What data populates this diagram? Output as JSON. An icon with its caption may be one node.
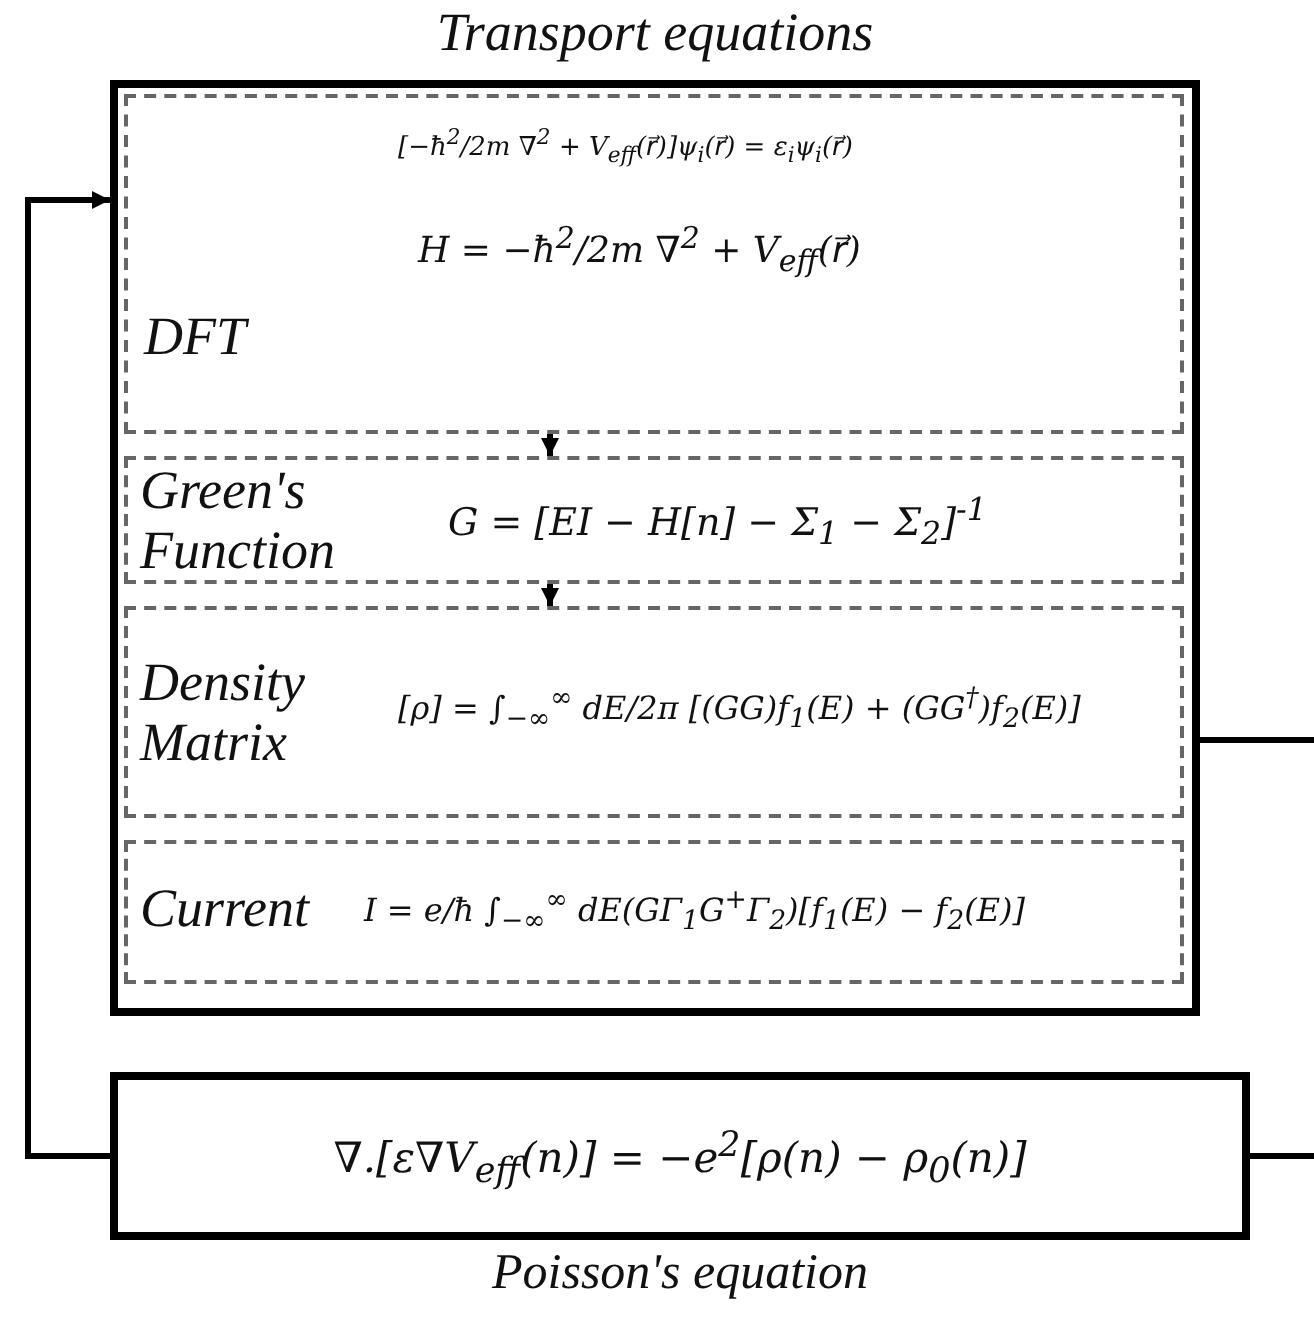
{
  "diagram": {
    "nodes": [
      {
        "text": [
          "Transport equations"
        ]
      },
      {
        "text": [
          "DFT",
          "[−ħ$^{2}$/2m ∇$^{2}$ + V$_{eff}$(r⃗)]ψ$_{i}$(r⃗) = ε$_{i}$ψ$_{i}$(r⃗)",
          "H = −ħ$^{2}$/2m ∇$^{2}$ + V$_{eff}$(r⃗)"
        ],
        "in": 0
      },
      {
        "text": [
          "Green's Function",
          "G = [EI − H[n] − Σ$_{1}$ − Σ$_{2}$]$^{-1}$"
        ],
        "in": 0
      },
      {
        "text": [
          "Density Matrix",
          "[ρ] = ∫$_{−∞}$$^{∞}$ dE/2π [(GG)f$_{1}$(E) + (GG$^{†}$)f$_{2}$(E)]"
        ],
        "in": 0
      },
      {
        "text": [
          "Current",
          "I = e/ħ ∫$_{−∞}$$^{∞}$ dE(GΓ$_{1}$G$^{+}$Γ$_{2}$)[f$_{1}$(E) − f$_{2}$(E)]"
        ],
        "in": 0
      },
      {
        "text": [
          "∇.[ε∇V$_{eff}$(n)] = −e$^{2}$[ρ(n) − ρ$_{0}$(n)]",
          "Poisson's equation"
        ]
      }
    ],
    "edges": [
      {
        "from": 1,
        "to": 2,
        "arrow": "to"
      },
      {
        "from": 2,
        "to": 3,
        "arrow": "to"
      },
      {
        "from": 5,
        "to": 0,
        "arrow": "to"
      },
      {
        "from": 0,
        "to": null,
        "arrow": "none"
      },
      {
        "from": 5,
        "to": null,
        "arrow": "none"
      }
    ]
  }
}
